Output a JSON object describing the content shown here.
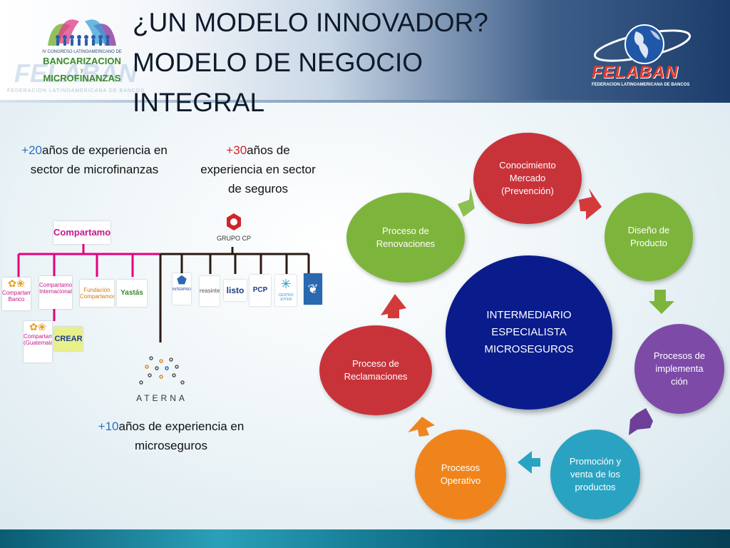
{
  "header": {
    "title": "¿UN MODELO INNOVADOR?MODELO DE NEGOCIO INTEGRAL",
    "congress_logo": {
      "small": "IV CONGRESO LATINOAMERICANO DE",
      "line1": "BANCARIZACION",
      "connector": "y",
      "line2": "MICROFINANZAS"
    },
    "ghost_logo": "FELABAN",
    "ghost_sub": "FEDERACION LATINOAMERICANA DE BANCOS",
    "felaban": {
      "name": "FELABAN",
      "subtitle": "FEDERACION LATINOAMERICANA DE BANCOS"
    }
  },
  "experience": [
    {
      "number": "+20",
      "text": "años de experiencia en sector de microfinanzas",
      "color": "#2e6fc0"
    },
    {
      "number": "+30",
      "text": "años de experiencia en sector de seguros",
      "color": "#d2232a"
    },
    {
      "number": "+10",
      "text": "años de experiencia en microseguros",
      "color": "#2e6fc0"
    }
  ],
  "logos": {
    "compartamos": "Compartamos",
    "grupo_cp": "GRUPO CP",
    "aterna": "ATERNA",
    "compartamos_banco": "Compartamos Banco",
    "compartamos_internacional": "Compartamos Internacional",
    "fundacion": "Fundación Compartamos",
    "yastas": "Yastás",
    "compartamos_guatemala": "Compartamos (Guatemala)",
    "crear": "CREAR",
    "interprotección": "INTERPROTECCION",
    "reasinter": "reasinter",
    "listo": "listo",
    "pcp": "PCP",
    "cristal": "CENTRO JOYER",
    "shield": ""
  },
  "cycle": {
    "center": "INTERMEDIARIO ESPECIALISTA MICROSEGUROS",
    "nodes": [
      {
        "id": "conocimiento",
        "label": "Conocimiento Mercado (Prevención)",
        "color": "#c8333a"
      },
      {
        "id": "diseno",
        "label": "Diseño de Producto",
        "color": "#7db53c"
      },
      {
        "id": "implementacion",
        "label": "Procesos de implementa ción",
        "color": "#7e4aa8"
      },
      {
        "id": "promocion",
        "label": "Promoción y venta de los productos",
        "color": "#2aa3c2"
      },
      {
        "id": "operativo",
        "label": "Procesos Operativo",
        "color": "#f0841c"
      },
      {
        "id": "reclamaciones",
        "label": "Proceso de Reclamaciones",
        "color": "#c8333a"
      },
      {
        "id": "renovaciones",
        "label": "Proceso de Renovaciones",
        "color": "#7db53c"
      }
    ]
  },
  "colors": {
    "magenta_line": "#e4007c",
    "dark_line": "#2a1a10"
  }
}
